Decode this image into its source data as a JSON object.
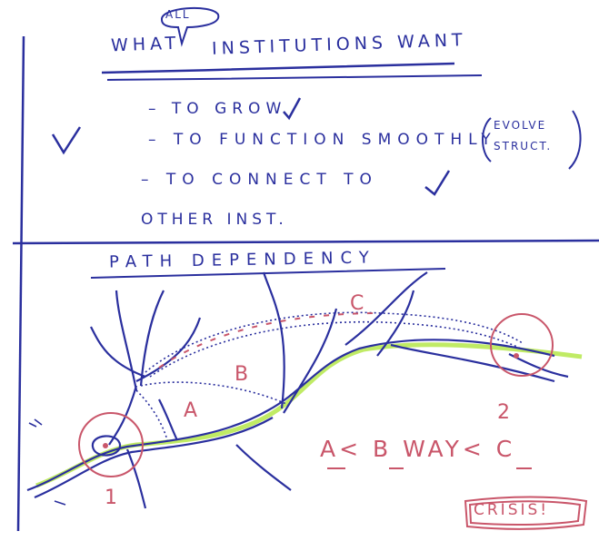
{
  "heading": {
    "prefix": "WHAT",
    "insert": "ALL",
    "rest": "INSTITUTIONS WANT"
  },
  "wants": [
    "– TO GROW",
    "– TO FUNCTION SMOOTHLY",
    "– TO CONNECT TO",
    "OTHER INST."
  ],
  "aside": [
    "EVOLVE",
    "STRUCT."
  ],
  "section2_title": "PATH DEPENDENCY",
  "labels": {
    "a": "A",
    "b": "B",
    "c": "C",
    "one": "1",
    "two": "2"
  },
  "formula": "A< B WAY< C",
  "badge": "CRISIS!",
  "colors": {
    "ink_blue": "#2a2f9e",
    "ink_pink": "#c9566a",
    "highlight_green": "#b5e84a"
  }
}
